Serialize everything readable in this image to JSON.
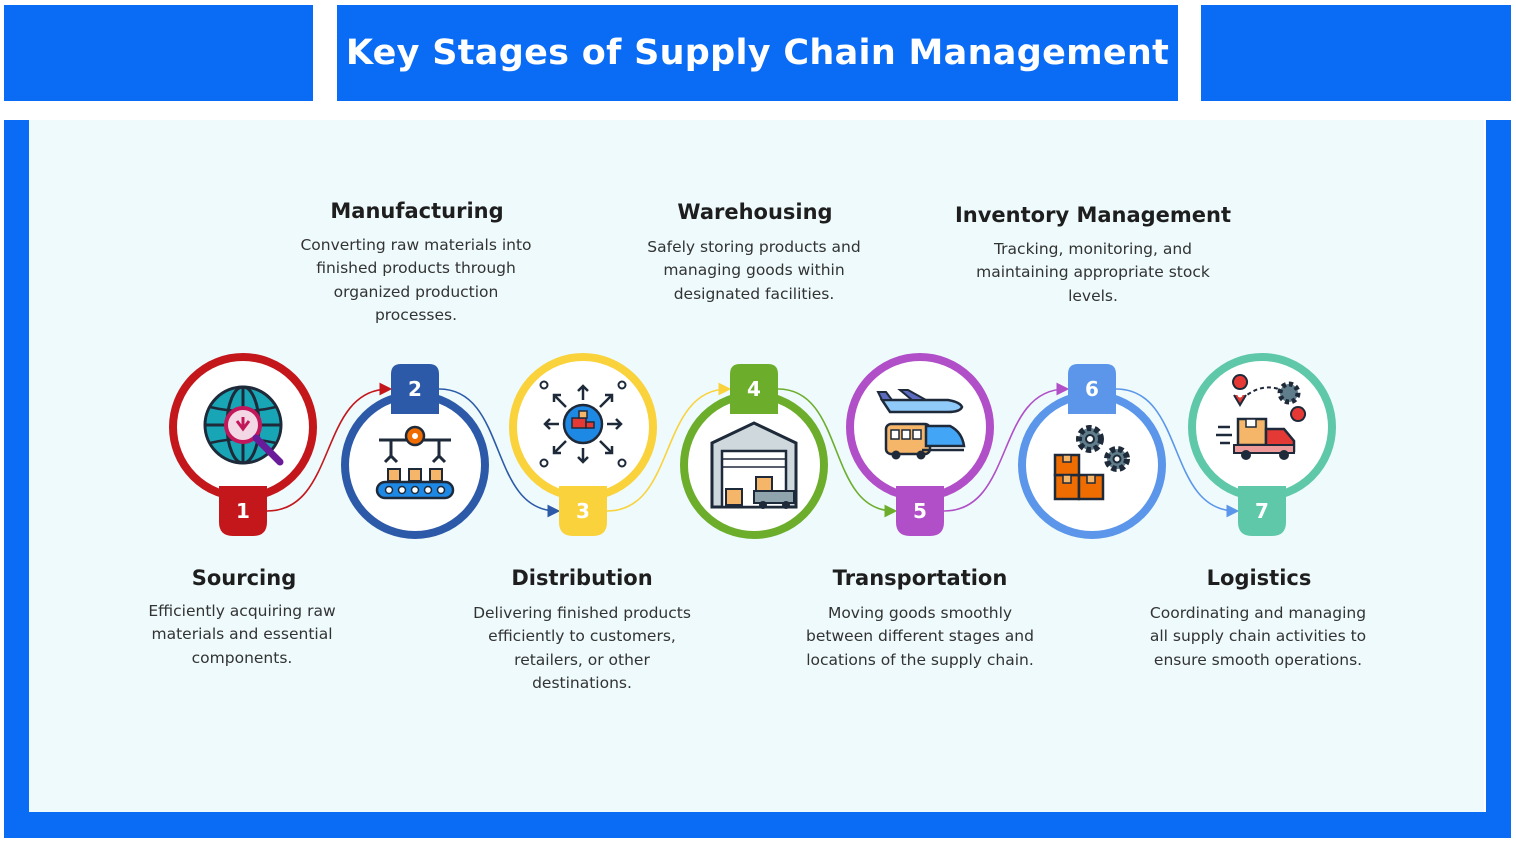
{
  "title": "Key Stages of Supply Chain Management",
  "colors": {
    "frame": "#0a6cf5",
    "panel": "#eefafb"
  },
  "stages": [
    {
      "num": "1",
      "title": "Sourcing",
      "desc": "Efficiently acquiring raw materials and essential components.",
      "color": "#c4171c",
      "icon": "globe-search-icon"
    },
    {
      "num": "2",
      "title": "Manufacturing",
      "desc": "Converting raw materials into finished products through organized production processes.",
      "color": "#2d5aa8",
      "icon": "factory-robot-arms-icon"
    },
    {
      "num": "3",
      "title": "Distribution",
      "desc": "Delivering finished products efficiently to customers, retailers, or other destinations.",
      "color": "#f9d23c",
      "icon": "distribution-hub-icon"
    },
    {
      "num": "4",
      "title": "Warehousing",
      "desc": "Safely storing products and managing goods within designated facilities.",
      "color": "#6cae2c",
      "icon": "warehouse-icon"
    },
    {
      "num": "5",
      "title": "Transportation",
      "desc": "Moving goods smoothly between different stages and locations of the supply chain.",
      "color": "#b04fc7",
      "icon": "transport-vehicles-icon"
    },
    {
      "num": "6",
      "title": "Inventory Management",
      "desc": "Tracking, monitoring, and maintaining appropriate stock levels.",
      "color": "#5b96ea",
      "icon": "boxes-gears-icon"
    },
    {
      "num": "7",
      "title": "Logistics",
      "desc": "Coordinating and managing all supply chain activities to ensure smooth operations.",
      "color": "#5fc8a8",
      "icon": "delivery-truck-route-icon"
    }
  ]
}
